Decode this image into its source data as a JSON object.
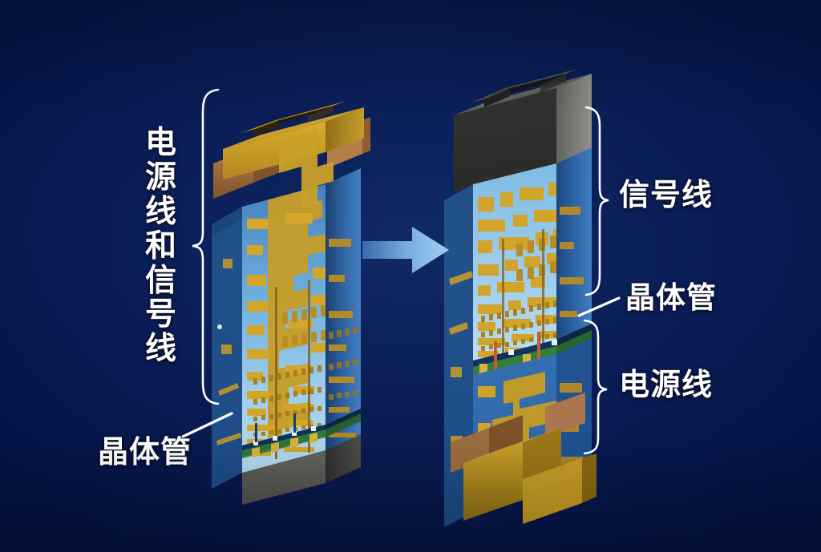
{
  "image": {
    "title": "Backside Power Delivery Network comparison diagram",
    "background_color": "#051852",
    "accent_arrow_color": "#7fb3e8"
  },
  "labels": {
    "left_main": "电源线和信号线",
    "left_transistor": "晶体管",
    "right_signal": "信号线",
    "right_transistor": "晶体管",
    "right_power": "电源线"
  },
  "icons": {
    "arrow": "right-arrow-icon",
    "brace_left": "curly-brace-left-icon",
    "brace_right_top": "curly-brace-right-icon",
    "brace_right_bottom": "curly-brace-right-icon",
    "leader_left": "leader-line-icon",
    "leader_right": "leader-line-icon"
  },
  "left_column": {
    "name": "conventional-chip-stack",
    "top_cap": "gold-hollow-box-cap",
    "body": "blue-dielectric-with-gold-interconnect",
    "bottom": "dark-gray-silicon-substrate",
    "transistor_band": "transistor-layer"
  },
  "right_column": {
    "name": "backside-power-chip-stack",
    "top_cap": "dark-gray-hollow-box-cap",
    "upper_body": "signal-routing-layers",
    "transistor_band": "transistor-layer",
    "lower_body": "power-delivery-layers",
    "bottom": "gold-backside-power-base"
  },
  "colors": {
    "gold": "#d4a017",
    "gold_light": "#e8c352",
    "gold_dark": "#8a6410",
    "blue_face": "#2f6fb5",
    "blue_face_dark": "#1d4a86",
    "blue_pale": "#8fc4e8",
    "gray_dark": "#3a3a3a",
    "gray_mid": "#5a5a58",
    "copper": "#9a6a3c",
    "green": "#2f7a34",
    "white": "#ffffff"
  }
}
